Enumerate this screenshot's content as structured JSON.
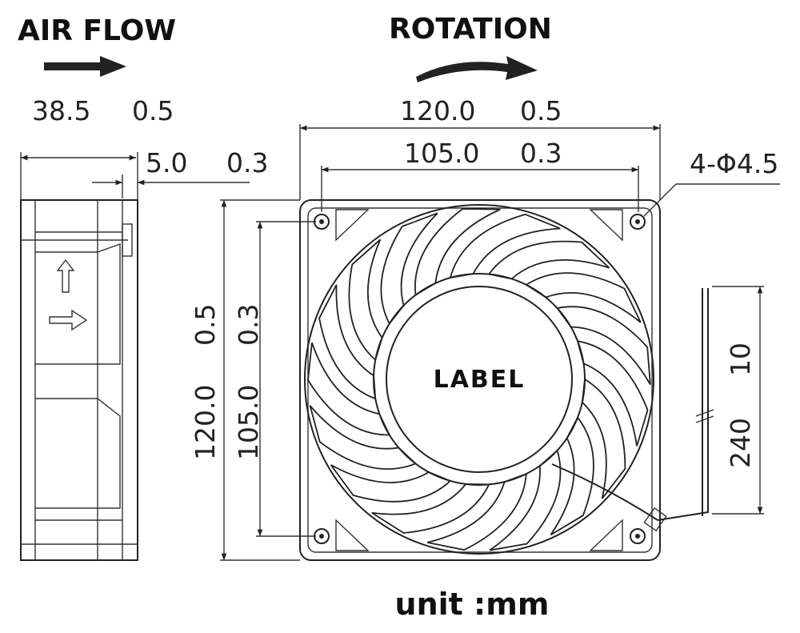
{
  "titles": {
    "air_flow": "AIR FLOW",
    "rotation": "ROTATION"
  },
  "side_view": {
    "depth": "38.5",
    "depth_tol": "0.5",
    "flange": "5.0",
    "flange_tol": "0.3"
  },
  "front_view": {
    "width": "120.0",
    "width_tol": "0.5",
    "hole_spacing": "105.0",
    "hole_spacing_tol": "0.3",
    "holes": "4-Φ4.5",
    "height": "120.0",
    "height_tol": "0.5",
    "v_hole_spacing": "105.0",
    "v_hole_spacing_tol": "0.3",
    "label": "LABEL"
  },
  "lead_wire": {
    "length": "240",
    "length_tol": "10"
  },
  "unit": "unit :mm",
  "blade_count": 17
}
